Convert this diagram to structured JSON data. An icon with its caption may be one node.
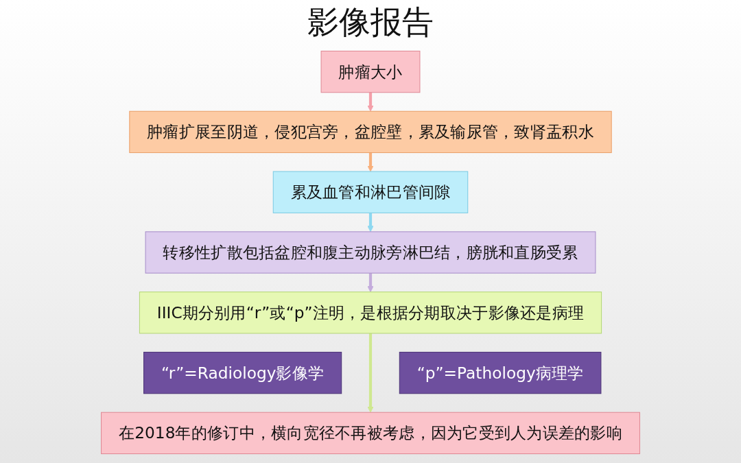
{
  "diagram": {
    "title": "影像报告",
    "nodes": [
      {
        "text": [
          "肿瘤大小"
        ]
      },
      {
        "text": [
          "肿瘤扩展至阴道，侵犯宫旁，盆腔壁，累及输尿管，致肾盂积水"
        ]
      },
      {
        "text": [
          "累及血管和淋巴管间隙"
        ]
      },
      {
        "text": [
          "转移性扩散包括盆腔和腹主动脉旁淋巴结，膀胱和直肠受累"
        ]
      },
      {
        "text": [
          "IIIC期分别用“r”或“p”注明，是根据分期取决于影像还是病理"
        ]
      },
      {
        "text": [
          "“r”=Radiology影像学"
        ]
      },
      {
        "text": [
          "“p”=Pathology病理学"
        ]
      },
      {
        "text": [
          "在2018年的修订中，横向宽径不再被考虑，因为它受到人为误差的影响"
        ]
      }
    ],
    "edges": [
      {
        "from": 0,
        "to": 1,
        "arrow": "to",
        "color": "#f4a0aa"
      },
      {
        "from": 1,
        "to": 2,
        "arrow": "to",
        "color": "#f8b07c"
      },
      {
        "from": 2,
        "to": 3,
        "arrow": "to",
        "color": "#8ed8f0"
      },
      {
        "from": 3,
        "to": 4,
        "arrow": "to",
        "color": "#c4acdc"
      },
      {
        "from": 4,
        "to": 7,
        "arrow": "to",
        "color": "#cfe890"
      }
    ]
  }
}
